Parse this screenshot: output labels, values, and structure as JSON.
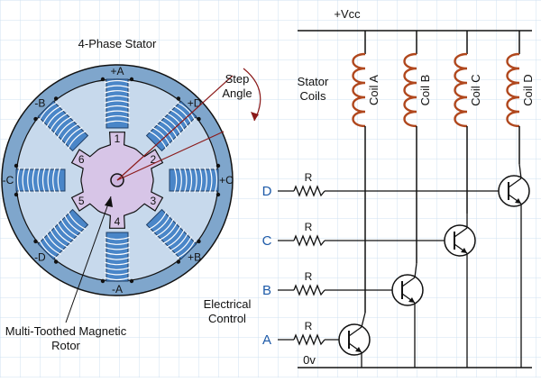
{
  "colors": {
    "background": "#ffffff",
    "grid": "#cfe0f1",
    "stator_outer": "#7fa6cc",
    "stator_inner": "#c7d9ec",
    "rotor": "#d7c5e7",
    "winding": "#4a86c8",
    "coil_copper": "#b0471d",
    "wire": "#111111",
    "label_blue": "#1d5aa8"
  },
  "header_blur": "",
  "stator_title": "4-Phase Stator",
  "step_angle_label": "Step Angle",
  "rotor_label": "Multi-Toothed Magnetic Rotor",
  "pole_labels": [
    "+A",
    "+D",
    "+C",
    "+B",
    "-A",
    "-D",
    "-C",
    "-B"
  ],
  "rotor_teeth": [
    "1",
    "2",
    "3",
    "4",
    "5",
    "6"
  ],
  "supply_label": "+Vcc",
  "ground_label": "0v",
  "stator_coils_label": "Stator Coils",
  "coils": [
    "Coil A",
    "Coil B",
    "Coil C",
    "Coil D"
  ],
  "inputs": [
    "D",
    "C",
    "B",
    "A"
  ],
  "resistor_label": "R",
  "electrical_control_label": "Electrical Control"
}
